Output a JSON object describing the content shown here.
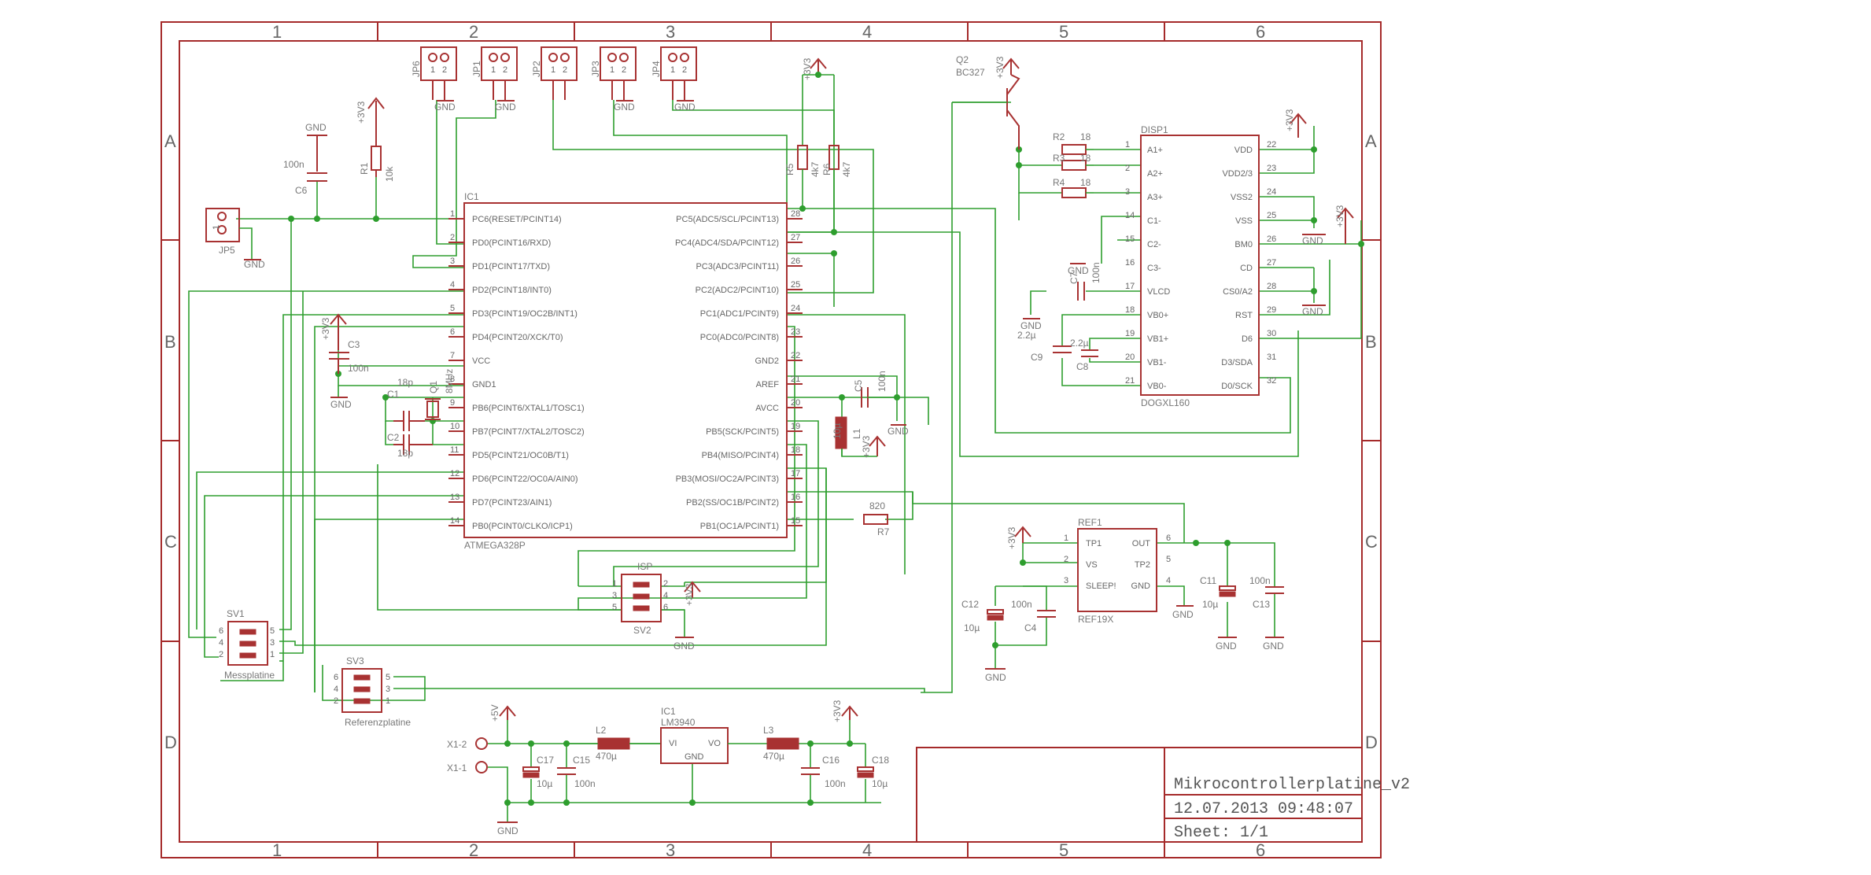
{
  "frame": {
    "columns": [
      "1",
      "2",
      "3",
      "4",
      "5",
      "6"
    ],
    "rows": [
      "A",
      "B",
      "C",
      "D"
    ]
  },
  "title_block": {
    "name": "Mikrocontrollerplatine_v2",
    "date": "12.07.2013 09:48:07",
    "sheet": "Sheet: 1/1"
  },
  "mcu": {
    "name": "IC1",
    "value": "ATMEGA328P",
    "left_pins": [
      {
        "num": "1",
        "name": "PC6(RESET/PCINT14)"
      },
      {
        "num": "2",
        "name": "PD0(PCINT16/RXD)"
      },
      {
        "num": "3",
        "name": "PD1(PCINT17/TXD)"
      },
      {
        "num": "4",
        "name": "PD2(PCINT18/INT0)"
      },
      {
        "num": "5",
        "name": "PD3(PCINT19/OC2B/INT1)"
      },
      {
        "num": "6",
        "name": "PD4(PCINT20/XCK/T0)"
      },
      {
        "num": "7",
        "name": "VCC"
      },
      {
        "num": "8",
        "name": "GND1"
      },
      {
        "num": "9",
        "name": "PB6(PCINT6/XTAL1/TOSC1)"
      },
      {
        "num": "10",
        "name": "PB7(PCINT7/XTAL2/TOSC2)"
      },
      {
        "num": "11",
        "name": "PD5(PCINT21/OC0B/T1)"
      },
      {
        "num": "12",
        "name": "PD6(PCINT22/OC0A/AIN0)"
      },
      {
        "num": "13",
        "name": "PD7(PCINT23/AIN1)"
      },
      {
        "num": "14",
        "name": "PB0(PCINT0/CLKO/ICP1)"
      }
    ],
    "right_pins": [
      {
        "num": "28",
        "name": "PC5(ADC5/SCL/PCINT13)"
      },
      {
        "num": "27",
        "name": "PC4(ADC4/SDA/PCINT12)"
      },
      {
        "num": "26",
        "name": "PC3(ADC3/PCINT11)"
      },
      {
        "num": "25",
        "name": "PC2(ADC2/PCINT10)"
      },
      {
        "num": "24",
        "name": "PC1(ADC1/PCINT9)"
      },
      {
        "num": "23",
        "name": "PC0(ADC0/PCINT8)"
      },
      {
        "num": "22",
        "name": "GND2"
      },
      {
        "num": "21",
        "name": "AREF"
      },
      {
        "num": "20",
        "name": "AVCC"
      },
      {
        "num": "19",
        "name": "PB5(SCK/PCINT5)"
      },
      {
        "num": "18",
        "name": "PB4(MISO/PCINT4)"
      },
      {
        "num": "17",
        "name": "PB3(MOSI/OC2A/PCINT3)"
      },
      {
        "num": "16",
        "name": "PB2(SS/OC1B/PCINT2)"
      },
      {
        "num": "15",
        "name": "PB1(OC1A/PCINT1)"
      }
    ]
  },
  "display": {
    "name": "DISP1",
    "value": "DOGXL160",
    "left_pins": [
      {
        "num": "1",
        "name": "A1+"
      },
      {
        "num": "2",
        "name": "A2+"
      },
      {
        "num": "3",
        "name": "A3+"
      },
      {
        "num": "14",
        "name": "C1-"
      },
      {
        "num": "15",
        "name": "C2-"
      },
      {
        "num": "16",
        "name": "C3-"
      },
      {
        "num": "17",
        "name": "VLCD"
      },
      {
        "num": "18",
        "name": "VB0+"
      },
      {
        "num": "19",
        "name": "VB1+"
      },
      {
        "num": "20",
        "name": "VB1-"
      },
      {
        "num": "21",
        "name": "VB0-"
      }
    ],
    "right_pins": [
      {
        "num": "22",
        "name": "VDD"
      },
      {
        "num": "23",
        "name": "VDD2/3"
      },
      {
        "num": "24",
        "name": "VSS2"
      },
      {
        "num": "25",
        "name": "VSS"
      },
      {
        "num": "26",
        "name": "BM0"
      },
      {
        "num": "27",
        "name": "CD"
      },
      {
        "num": "28",
        "name": "CS0/A2"
      },
      {
        "num": "29",
        "name": "RST"
      },
      {
        "num": "30",
        "name": "D6"
      },
      {
        "num": "31",
        "name": "D3/SDA"
      },
      {
        "num": "32",
        "name": "D0/SCK"
      }
    ]
  },
  "ref": {
    "name": "REF1",
    "value": "REF19X",
    "left_pins": [
      {
        "num": "1",
        "name": "TP1"
      },
      {
        "num": "2",
        "name": "VS"
      },
      {
        "num": "3",
        "name": "SLEEP!"
      }
    ],
    "right_pins": [
      {
        "num": "6",
        "name": "OUT"
      },
      {
        "num": "5",
        "name": "TP2"
      },
      {
        "num": "4",
        "name": "GND"
      }
    ]
  },
  "regulator": {
    "name": "IC1",
    "value": "LM3940",
    "vi": "VI",
    "vo": "VO",
    "gnd": "GND"
  },
  "jumpers": [
    {
      "name": "JP6",
      "p1": "1",
      "p2": "2",
      "gnd": "GND"
    },
    {
      "name": "JP1",
      "p1": "1",
      "p2": "2",
      "gnd": "GND"
    },
    {
      "name": "JP2",
      "p1": "1",
      "p2": "2"
    },
    {
      "name": "JP3",
      "p1": "1",
      "p2": "2",
      "gnd": "GND"
    },
    {
      "name": "JP4",
      "p1": "1",
      "p2": "2",
      "gnd": "GND"
    }
  ],
  "jp5": {
    "name": "JP5",
    "p1": "1",
    "p2": "2",
    "gnd": "GND"
  },
  "transistor": {
    "name": "Q2",
    "value": "BC327"
  },
  "labels": {
    "gnd": "GND",
    "v33": "+3V3",
    "v5": "+5V",
    "x12": "X1-2",
    "x11": "X1-1"
  },
  "passives": {
    "R1": {
      "name": "R1",
      "value": "10k"
    },
    "R2": {
      "name": "R2",
      "value": "18"
    },
    "R3": {
      "name": "R3",
      "value": "18"
    },
    "R4": {
      "name": "R4",
      "value": "18"
    },
    "R5": {
      "name": "R5",
      "value": "4k7"
    },
    "R6": {
      "name": "R6",
      "value": "4k7"
    },
    "R7": {
      "name": "R7",
      "value": "820"
    },
    "C1": {
      "name": "C1",
      "value": "18p"
    },
    "C2": {
      "name": "C2",
      "value": "18p"
    },
    "C3": {
      "name": "C3",
      "value": "100n"
    },
    "C4": {
      "name": "C4",
      "value": "100n"
    },
    "C5": {
      "name": "C5",
      "value": "100n"
    },
    "C6": {
      "name": "C6",
      "value": "100n"
    },
    "C7": {
      "name": "C7",
      "value": "100n"
    },
    "C8": {
      "name": "C8",
      "value": "2.2µ"
    },
    "C9": {
      "name": "C9",
      "value": "2.2µ"
    },
    "C11": {
      "name": "C11",
      "value": "10µ"
    },
    "C12": {
      "name": "C12",
      "value": "10µ"
    },
    "C13": {
      "name": "C13",
      "value": "100n"
    },
    "C15": {
      "name": "C15",
      "value": "100n"
    },
    "C16": {
      "name": "C16",
      "value": "100n"
    },
    "C17": {
      "name": "C17",
      "value": "10µ"
    },
    "C18": {
      "name": "C18",
      "value": "10µ"
    },
    "L1": {
      "name": "L1",
      "value": "10µ"
    },
    "L2": {
      "name": "L2",
      "value": "470µ"
    },
    "L3": {
      "name": "L3",
      "value": "470µ"
    },
    "Q1": {
      "name": "Q1",
      "value": "8MHz"
    }
  },
  "headers": {
    "isp": {
      "name": "ISP",
      "part": "SV2"
    },
    "sv1": {
      "name": "SV1",
      "desc": "Messplatine"
    },
    "sv3": {
      "name": "SV3",
      "desc": "Referenzplatine"
    },
    "pins": [
      "1",
      "2",
      "3",
      "4",
      "5",
      "6"
    ]
  }
}
